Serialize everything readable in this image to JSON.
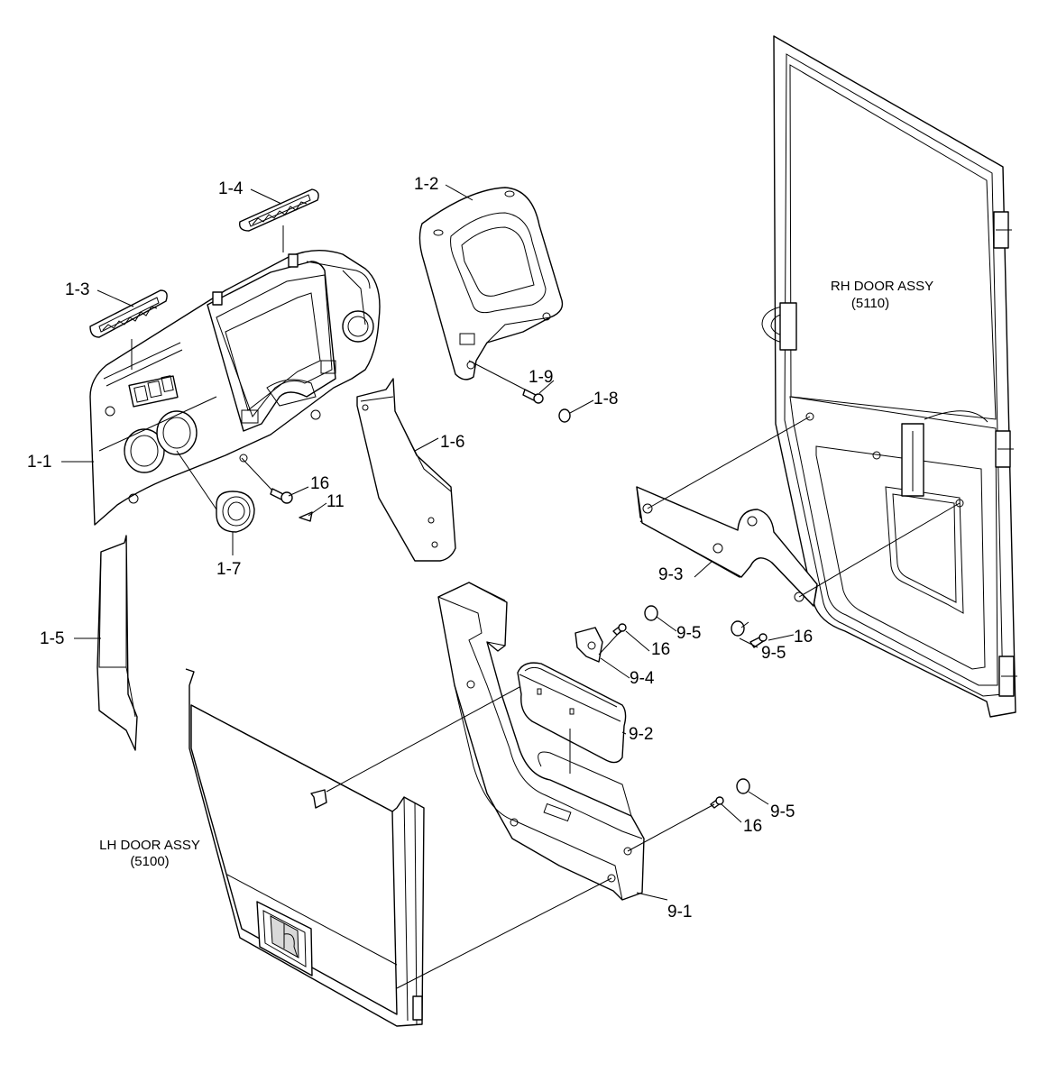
{
  "diagram": {
    "part_labels": {
      "p1_1": "1-1",
      "p1_2": "1-2",
      "p1_3": "1-3",
      "p1_4": "1-4",
      "p1_5": "1-5",
      "p1_6": "1-6",
      "p1_7": "1-7",
      "p1_8": "1-8",
      "p1_9": "1-9",
      "p16_a": "16",
      "p11": "11",
      "p9_1": "9-1",
      "p9_2": "9-2",
      "p9_3": "9-3",
      "p9_4": "9-4",
      "p9_5_a": "9-5",
      "p9_5_b": "9-5",
      "p9_5_c": "9-5",
      "p16_b": "16",
      "p16_c": "16",
      "p16_d": "16"
    },
    "assemblies": {
      "rh_door": {
        "name": "RH DOOR ASSY",
        "code": "(5110)"
      },
      "lh_door": {
        "name": "LH DOOR ASSY",
        "code": "(5100)"
      }
    }
  }
}
